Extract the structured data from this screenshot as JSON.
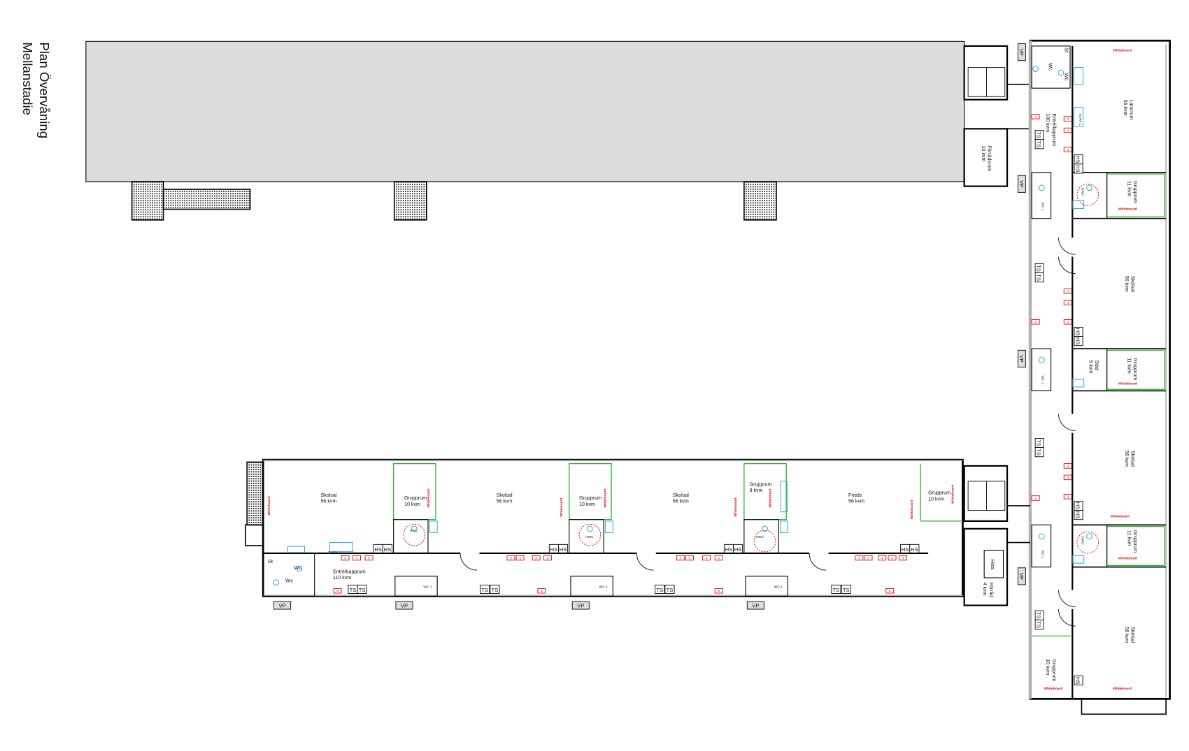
{
  "title": {
    "line1": "Plan Övervåning",
    "line2": "Mellanstadie"
  },
  "rooms": [
    {
      "name": "Skolsal",
      "area": "56 kvm"
    },
    {
      "name": "Grupprum",
      "area": "10 kvm"
    },
    {
      "name": "Skolsal",
      "area": "56 kvm"
    },
    {
      "name": "Grupprum",
      "area": "10 kvm"
    },
    {
      "name": "Skolsal",
      "area": "56 kvm"
    },
    {
      "name": "Grupprum",
      "area": "9 kvm"
    },
    {
      "name": "Fritids",
      "area": "56 kvm"
    },
    {
      "name": "Grupprum",
      "area": "10 kvm"
    },
    {
      "name": "Entré/kapprum",
      "area": "110 kvm"
    },
    {
      "name": "Förråd",
      "area": "4 kvm"
    },
    {
      "name": "Förrådsrum",
      "area": "10 kvm"
    },
    {
      "name": "Entré/kapprum",
      "area": "100 kvm"
    },
    {
      "name": "Lärarrum",
      "area": "56 kvm"
    },
    {
      "name": "Grupprum",
      "area": "11 kvm"
    },
    {
      "name": "Skolsal",
      "area": "56 kvm"
    },
    {
      "name": "Städ",
      "area": "5 kvm"
    },
    {
      "name": "Grupprum",
      "area": "11 kvm"
    },
    {
      "name": "Skolsal",
      "area": "56 kvm"
    },
    {
      "name": "Grupprum",
      "area": "11 kvm"
    },
    {
      "name": "Skolsal",
      "area": "56 kvm"
    },
    {
      "name": "Grupprum",
      "area": "10 kvm"
    }
  ],
  "labels": {
    "whiteboard": "Whiteboard",
    "ts": "TS",
    "hs": "HS",
    "vp": "VP",
    "tafa": "TA/FA 1",
    "hwc": "HWC",
    "wc1": "WC 1",
    "wc": "Wc",
    "st": "St",
    "hiss": "Hiss",
    "fire_3": "3",
    "fire_4": "4"
  },
  "colors": {
    "wall": "#000000",
    "window": "#b0b0b0",
    "glass_wall": "#2db52d",
    "fixture": "#1a9ad6",
    "marker": "#e00000",
    "roof": "#dcdcdc"
  }
}
